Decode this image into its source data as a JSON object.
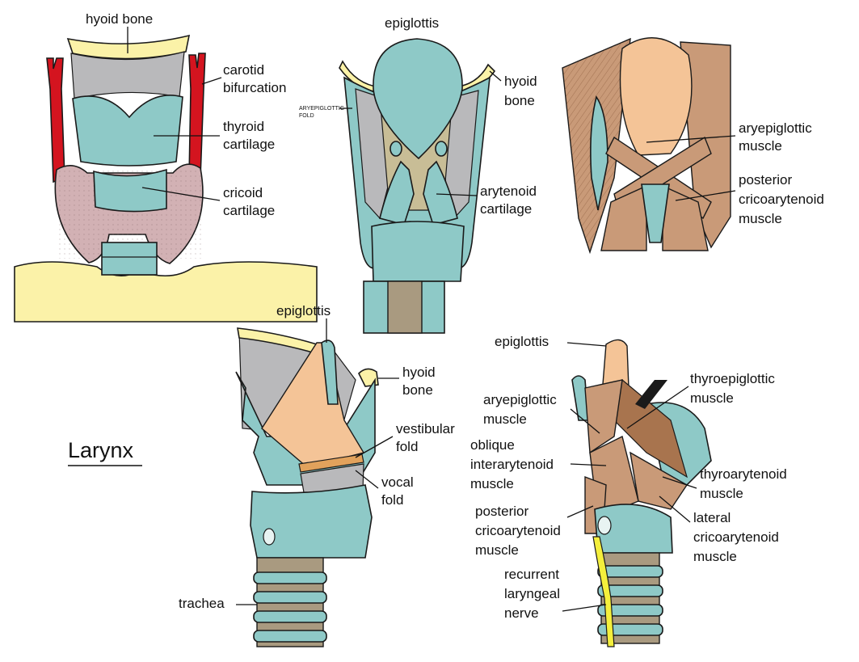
{
  "title": "Larynx",
  "panel_front": {
    "hyoid_bone": "hyoid bone",
    "carotid_1": "carotid",
    "carotid_2": "bifurcation",
    "thyroid_1": "thyroid",
    "thyroid_2": "cartilage",
    "cricoid_1": "cricoid",
    "cricoid_2": "cartilage"
  },
  "panel_posterior": {
    "epiglottis": "epiglottis",
    "hyoid_1": "hyoid",
    "hyoid_2": "bone",
    "aryepi_1": "ARYEPIGLOTTIC",
    "aryepi_2": "FOLD",
    "arytenoid_1": "arytenoid",
    "arytenoid_2": "cartilage"
  },
  "panel_muscles_back": {
    "aryepi_1": "aryepiglottic",
    "aryepi_2": "muscle",
    "postcrico_1": "posterior",
    "postcrico_2": "cricoarytenoid",
    "postcrico_3": "muscle"
  },
  "panel_lateral": {
    "epiglottis": "epiglottis",
    "hyoid_1": "hyoid",
    "hyoid_2": "bone",
    "vestibular_1": "vestibular",
    "vestibular_2": "fold",
    "vocal_1": "vocal",
    "vocal_2": "fold",
    "trachea": "trachea"
  },
  "panel_lateral_muscles": {
    "epiglottis": "epiglottis",
    "thyroepi_1": "thyroepiglottic",
    "thyroepi_2": "muscle",
    "aryepi_1": "aryepiglottic",
    "aryepi_2": "muscle",
    "oblique_1": "oblique",
    "oblique_2": "interarytenoid",
    "oblique_3": "muscle",
    "thyroary_1": "thyroarytenoid",
    "thyroary_2": "muscle",
    "postcrico_1": "posterior",
    "postcrico_2": "cricoarytenoid",
    "postcrico_3": "muscle",
    "latcrico_1": "lateral",
    "latcrico_2": "cricoarytenoid",
    "latcrico_3": "muscle",
    "recurrent_1": "recurrent",
    "recurrent_2": "laryngeal",
    "recurrent_3": "nerve"
  },
  "colors": {
    "cartilage": "#8ec9c7",
    "bone": "#fbf2a8",
    "artery": "#d4141f",
    "thyroid_gland": "#d2b1b4",
    "muscle": "#c99a78",
    "nerve": "#f4ef3c"
  }
}
